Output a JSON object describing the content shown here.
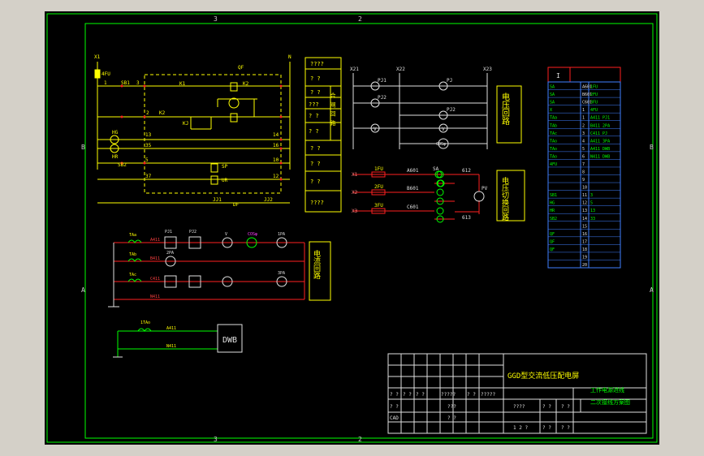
{
  "border": {
    "top_left": "3",
    "top_right": "2",
    "bottom_left": "3",
    "bottom_right": "2",
    "left_upper": "B",
    "left_lower": "A",
    "right_upper": "B",
    "right_lower": "A"
  },
  "control": {
    "top_left": "X1",
    "fuse_top": "4FU",
    "top_right": "N",
    "qf": "QF",
    "row1": [
      "1",
      "SB1",
      "3"
    ],
    "row2": [
      "2",
      "K2"
    ],
    "hg": "HG",
    "hr": "HR",
    "sb2": "SB2",
    "k1": "K1",
    "k2": "K2",
    "kj": "KJ",
    "sp": "SP",
    "ur": "UR",
    "nums_left": [
      "13",
      "35",
      "5",
      "37"
    ],
    "nums_right": [
      "14",
      "16",
      "10",
      "12"
    ],
    "mid": "DF",
    "bottom_left": "JJ1",
    "bottom_right": "JJ2"
  },
  "legend_boxes": [
    "????",
    "? ?",
    "? ?",
    "???",
    "? ?",
    "? ?",
    "? ?",
    "? ?",
    "? ?",
    "????"
  ],
  "legend_side": "合 闸 回 路",
  "voltage_top": {
    "labels": [
      "X21",
      "X22",
      "X23"
    ],
    "meters": [
      "PJ1",
      "PJ2",
      "V",
      "PJ",
      "PJ2",
      "V",
      "COSφ"
    ],
    "title": "电压回路"
  },
  "voltage_mid": {
    "inputs": [
      "X1",
      "X2",
      "X3"
    ],
    "fuses": [
      "1FU",
      "2FU",
      "3FU"
    ],
    "wires": [
      "A601",
      "B601",
      "C601",
      "612",
      "613"
    ],
    "sa": "SA",
    "pv": "PV",
    "title": "电压切换回路"
  },
  "current": {
    "ta": [
      "TAa",
      "TAb",
      "TAc"
    ],
    "meters": [
      "PJ1",
      "PJ2",
      "V",
      "COSφ",
      "1PA",
      "2PA",
      "3PA"
    ],
    "wires": [
      "A411",
      "B411",
      "C411",
      "N411"
    ],
    "title": "电流回路"
  },
  "dwb": {
    "ta": "1TAo",
    "wires": [
      "A411",
      "N411"
    ],
    "label": "DWB"
  },
  "terminal": {
    "header": "I",
    "rows": [
      [
        "SA",
        "A601",
        "1FU"
      ],
      [
        "SA",
        "B601",
        "2FU"
      ],
      [
        "SA",
        "C601",
        "3FU"
      ],
      [
        "X",
        "1",
        "4FU"
      ],
      [
        "TAa",
        "1",
        "A411 PJ1"
      ],
      [
        "TAb",
        "2",
        "B411 2PA"
      ],
      [
        "TAc",
        "3",
        "C411 PJ"
      ],
      [
        "TAo",
        "4",
        "A411 3PA"
      ],
      [
        "TAo",
        "5",
        "A411 DWB"
      ],
      [
        "TAo",
        "6",
        "N411 DWB"
      ],
      [
        "4FU",
        "7",
        ""
      ],
      [
        "",
        "8",
        ""
      ],
      [
        "",
        "9",
        ""
      ],
      [
        "",
        "10",
        ""
      ],
      [
        "SB1",
        "11",
        "3"
      ],
      [
        "HG",
        "12",
        "5"
      ],
      [
        "HR",
        "13",
        "13"
      ],
      [
        "SB2",
        "14",
        "33"
      ],
      [
        "",
        "15",
        ""
      ],
      [
        "QF",
        "16",
        ""
      ],
      [
        "QF",
        "17",
        ""
      ],
      [
        "QF",
        "18",
        ""
      ],
      [
        "",
        "19",
        ""
      ],
      [
        "",
        "20",
        ""
      ]
    ]
  },
  "title_block": {
    "ggd": "GGD型交流低压配电屏",
    "line1": "工作电源进线",
    "line2": "二次接线方案图",
    "row_a": [
      "? ?",
      "? ?",
      "? ?",
      "?????",
      "? ?",
      "?????"
    ],
    "row_b": [
      "? ?",
      "???"
    ],
    "row_c": [
      "CAD",
      "? ?"
    ],
    "right": [
      "????",
      "? ?",
      "? ?"
    ],
    "bottom": [
      "1 2 ?",
      "? ?",
      "? ?"
    ]
  }
}
